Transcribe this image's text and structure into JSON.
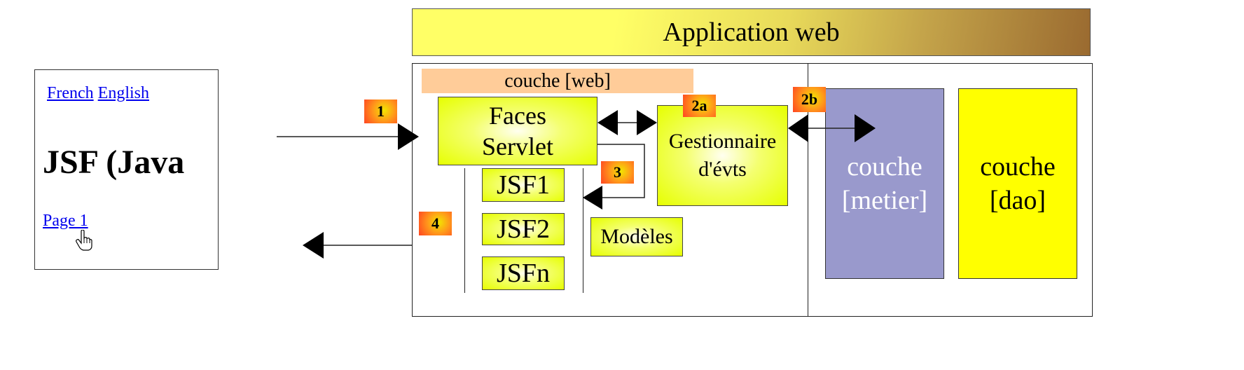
{
  "browser": {
    "links": [
      "French",
      "English"
    ],
    "heading": "JSF (Java",
    "page_link": "Page 1",
    "cursor_icon": "hand-pointer-icon"
  },
  "diagram": {
    "title": "Application web",
    "web_layer_label": "couche [web]",
    "faces_servlet": [
      "Faces",
      "Servlet"
    ],
    "event_handler": [
      "Gestionnaire",
      "d'évts"
    ],
    "jsf_pages": [
      "JSF1",
      "JSF2",
      "JSFn"
    ],
    "models": "Modèles",
    "metier_layer": [
      "couche",
      "[metier]"
    ],
    "dao_layer": [
      "couche",
      "[dao]"
    ],
    "steps": [
      "1",
      "2a",
      "2b",
      "3",
      "4"
    ]
  },
  "colors": {
    "title_gradient_start": "#ffff66",
    "title_gradient_end": "#9a6a30",
    "web_band": "#ffcc99",
    "component_fill": "#e6ff00",
    "metier_fill": "#9999cc",
    "dao_fill": "#ffff00",
    "badge_outer": "#ff4422",
    "link": "#0000ee"
  }
}
